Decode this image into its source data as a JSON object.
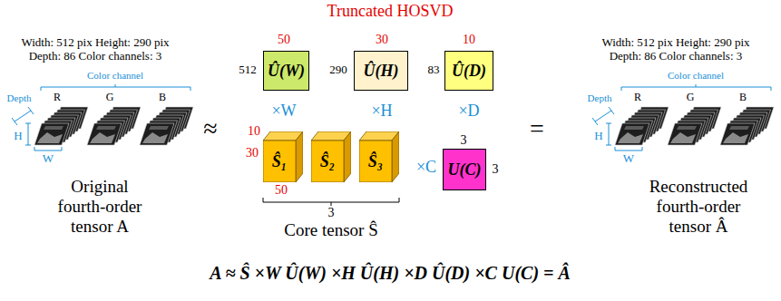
{
  "diagram": {
    "title": "Truncated HOSVD",
    "nodes": [
      {
        "text": [
          "Û(W)"
        ]
      },
      {
        "text": [
          "Û(H)"
        ]
      },
      {
        "text": [
          "Û(D)"
        ]
      },
      {
        "text": [
          "Ŝ₁"
        ]
      },
      {
        "text": [
          "Ŝ₂"
        ]
      },
      {
        "text": [
          "Ŝ₃"
        ]
      },
      {
        "text": [
          "U(C)"
        ]
      }
    ],
    "labels": [
      "Width: 512 pix Height: 290 pix Depth: 86 Color channels: 3",
      "Color channel",
      "R",
      "G",
      "B",
      "Depth",
      "H",
      "W",
      "Original fourth-order tensor A",
      "≈",
      "512",
      "50",
      "290",
      "30",
      "83",
      "10",
      "×W",
      "×H",
      "×D",
      "10",
      "30",
      "50",
      "3",
      "Core tensor Ŝ",
      "×C",
      "3",
      "3",
      "=",
      "Width: 512 pix Height: 290 pix Depth: 86 Color channels: 3",
      "Color channel",
      "R",
      "G",
      "B",
      "Depth",
      "H",
      "W",
      "Reconstructed fourth-order tensor Â",
      "A ≈ Ŝ ×W Û(W) ×H Û(H) ×D Û(D) ×C U(C) = Â"
    ]
  }
}
